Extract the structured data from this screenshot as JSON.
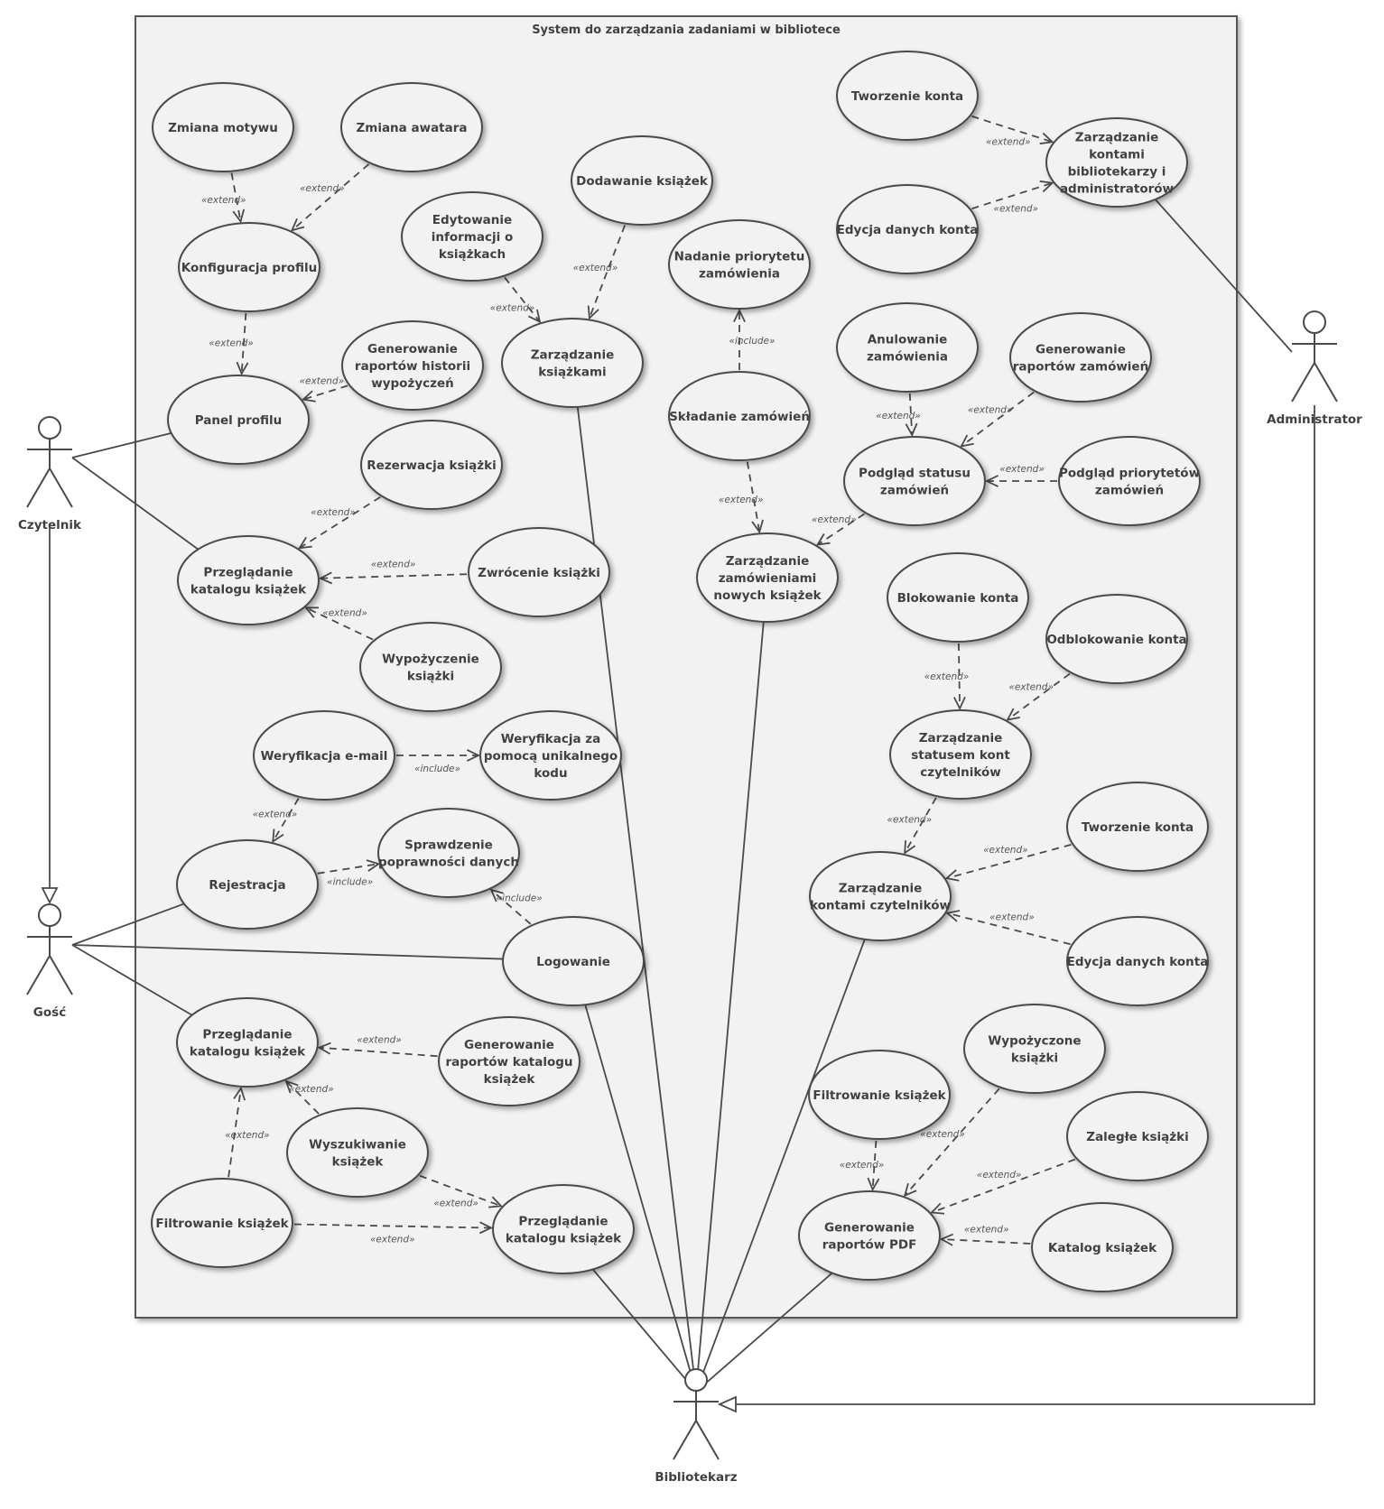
{
  "system": {
    "title": "System do zarządzania zadaniami w bibliotece"
  },
  "actors": [
    {
      "id": "czytelnik",
      "name": "Czytelnik"
    },
    {
      "id": "gosc",
      "name": "Gość"
    },
    {
      "id": "admin",
      "name": "Administrator"
    },
    {
      "id": "bibl",
      "name": "Bibliotekarz"
    }
  ],
  "use_cases": [
    {
      "id": "zmiana_motywu",
      "lines": [
        "Zmiana motywu"
      ]
    },
    {
      "id": "zmiana_awatara",
      "lines": [
        "Zmiana awatara"
      ]
    },
    {
      "id": "konfiguracja",
      "lines": [
        "Konfiguracja profilu"
      ]
    },
    {
      "id": "gen_historia",
      "lines": [
        "Generowanie",
        "raportów historii",
        "wypożyczeń"
      ]
    },
    {
      "id": "panel",
      "lines": [
        "Panel profilu"
      ]
    },
    {
      "id": "rezerwacja",
      "lines": [
        "Rezerwacja książki"
      ]
    },
    {
      "id": "przeg1",
      "lines": [
        "Przeglądanie",
        "katalogu książek"
      ]
    },
    {
      "id": "zwrocenie",
      "lines": [
        "Zwrócenie książki"
      ]
    },
    {
      "id": "wypozyczenie",
      "lines": [
        "Wypożyczenie",
        "książki"
      ]
    },
    {
      "id": "weryf_email",
      "lines": [
        "Weryfikacja e-mail"
      ]
    },
    {
      "id": "weryf_kod",
      "lines": [
        "Weryfikacja za",
        "pomocą unikalnego",
        "kodu"
      ]
    },
    {
      "id": "rejestracja",
      "lines": [
        "Rejestracja"
      ]
    },
    {
      "id": "sprawdzenie",
      "lines": [
        "Sprawdzenie",
        "poprawności danych"
      ]
    },
    {
      "id": "logowanie",
      "lines": [
        "Logowanie"
      ]
    },
    {
      "id": "przeg2",
      "lines": [
        "Przeglądanie",
        "katalogu książek"
      ]
    },
    {
      "id": "gen_katalog",
      "lines": [
        "Generowanie",
        "raportów katalogu",
        "książek"
      ]
    },
    {
      "id": "wyszukiwanie",
      "lines": [
        "Wyszukiwanie",
        "książek"
      ]
    },
    {
      "id": "filtr1",
      "lines": [
        "Filtrowanie książek"
      ]
    },
    {
      "id": "przeg3",
      "lines": [
        "Przeglądanie",
        "katalogu książek"
      ]
    },
    {
      "id": "edyt_info",
      "lines": [
        "Edytowanie",
        "informacji o",
        "książkach"
      ]
    },
    {
      "id": "dodawanie",
      "lines": [
        "Dodawanie książek"
      ]
    },
    {
      "id": "zarz_ksiazkami",
      "lines": [
        "Zarządzanie",
        "książkami"
      ]
    },
    {
      "id": "nadanie",
      "lines": [
        "Nadanie priorytetu",
        "zamówienia"
      ]
    },
    {
      "id": "skladanie",
      "lines": [
        "Składanie zamówień"
      ]
    },
    {
      "id": "zarz_zamow",
      "lines": [
        "Zarządzanie",
        "zamówieniami",
        "nowych książek"
      ]
    },
    {
      "id": "tworzenie1",
      "lines": [
        "Tworzenie konta"
      ]
    },
    {
      "id": "zarz_kontami_bibl",
      "lines": [
        "Zarządzanie",
        "kontami",
        "bibliotekarzy i",
        "administratorów"
      ]
    },
    {
      "id": "edycja1",
      "lines": [
        "Edycja danych konta"
      ]
    },
    {
      "id": "anulowanie",
      "lines": [
        "Anulowanie",
        "zamówienia"
      ]
    },
    {
      "id": "gen_zamow",
      "lines": [
        "Generowanie",
        "raportów zamówień"
      ]
    },
    {
      "id": "podglad_status",
      "lines": [
        "Podgląd statusu",
        "zamówień"
      ]
    },
    {
      "id": "podglad_prior",
      "lines": [
        "Podgląd priorytetów",
        "zamówień"
      ]
    },
    {
      "id": "blokowanie",
      "lines": [
        "Blokowanie konta"
      ]
    },
    {
      "id": "odblokowanie",
      "lines": [
        "Odblokowanie konta"
      ]
    },
    {
      "id": "zarz_status",
      "lines": [
        "Zarządzanie",
        "statusem kont",
        "czytelników"
      ]
    },
    {
      "id": "zarz_czyt",
      "lines": [
        "Zarządzanie",
        "kontami czytelników"
      ]
    },
    {
      "id": "tworzenie2",
      "lines": [
        "Tworzenie konta"
      ]
    },
    {
      "id": "edycja2",
      "lines": [
        "Edycja danych konta"
      ]
    },
    {
      "id": "filtr2",
      "lines": [
        "Filtrowanie książek"
      ]
    },
    {
      "id": "wypozyczone",
      "lines": [
        "Wypożyczone",
        "książki"
      ]
    },
    {
      "id": "zalegle",
      "lines": [
        "Zaległe książki"
      ]
    },
    {
      "id": "gen_pdf",
      "lines": [
        "Generowanie",
        "raportów PDF"
      ]
    },
    {
      "id": "katalog",
      "lines": [
        "Katalog książek"
      ]
    }
  ],
  "relations": [
    {
      "from": "zmiana_motywu",
      "to": "konfiguracja",
      "label": "«extend»"
    },
    {
      "from": "zmiana_awatara",
      "to": "konfiguracja",
      "label": "«extend»"
    },
    {
      "from": "konfiguracja",
      "to": "panel",
      "label": "«extend»"
    },
    {
      "from": "gen_historia",
      "to": "panel",
      "label": "«extend»"
    },
    {
      "from": "rezerwacja",
      "to": "przeg1",
      "label": "«extend»"
    },
    {
      "from": "zwrocenie",
      "to": "przeg1",
      "label": "«extend»"
    },
    {
      "from": "wypozyczenie",
      "to": "przeg1",
      "label": "«extend»"
    },
    {
      "from": "weryf_email",
      "to": "weryf_kod",
      "label": "«include»"
    },
    {
      "from": "weryf_email",
      "to": "rejestracja",
      "label": "«extend»"
    },
    {
      "from": "rejestracja",
      "to": "sprawdzenie",
      "label": "«include»"
    },
    {
      "from": "logowanie",
      "to": "sprawdzenie",
      "label": "«include»"
    },
    {
      "from": "gen_katalog",
      "to": "przeg2",
      "label": "«extend»"
    },
    {
      "from": "wyszukiwanie",
      "to": "przeg2",
      "label": "«extend»"
    },
    {
      "from": "filtr1",
      "to": "przeg2",
      "label": "«extend»"
    },
    {
      "from": "wyszukiwanie",
      "to": "przeg3",
      "label": "«extend»"
    },
    {
      "from": "filtr1",
      "to": "przeg3",
      "label": "«extend»"
    },
    {
      "from": "edyt_info",
      "to": "zarz_ksiazkami",
      "label": "«extend»"
    },
    {
      "from": "dodawanie",
      "to": "zarz_ksiazkami",
      "label": "«extend»"
    },
    {
      "from": "skladanie",
      "to": "nadanie",
      "label": "«include»"
    },
    {
      "from": "skladanie",
      "to": "zarz_zamow",
      "label": "«extend»"
    },
    {
      "from": "podglad_status",
      "to": "zarz_zamow",
      "label": "«extend»"
    },
    {
      "from": "tworzenie1",
      "to": "zarz_kontami_bibl",
      "label": "«extend»"
    },
    {
      "from": "edycja1",
      "to": "zarz_kontami_bibl",
      "label": "«extend»"
    },
    {
      "from": "anulowanie",
      "to": "podglad_status",
      "label": "«extend»"
    },
    {
      "from": "gen_zamow",
      "to": "podglad_status",
      "label": "«extend»"
    },
    {
      "from": "podglad_prior",
      "to": "podglad_status",
      "label": "«extend»"
    },
    {
      "from": "blokowanie",
      "to": "zarz_status",
      "label": "«extend»"
    },
    {
      "from": "odblokowanie",
      "to": "zarz_status",
      "label": "«extend»"
    },
    {
      "from": "zarz_status",
      "to": "zarz_czyt",
      "label": "«extend»"
    },
    {
      "from": "tworzenie2",
      "to": "zarz_czyt",
      "label": "«extend»"
    },
    {
      "from": "edycja2",
      "to": "zarz_czyt",
      "label": "«extend»"
    },
    {
      "from": "filtr2",
      "to": "gen_pdf",
      "label": "«extend»"
    },
    {
      "from": "wypozyczone",
      "to": "gen_pdf",
      "label": "«extend»"
    },
    {
      "from": "zalegle",
      "to": "gen_pdf",
      "label": "«extend»"
    },
    {
      "from": "katalog",
      "to": "gen_pdf",
      "label": "«extend»"
    }
  ],
  "associations": [
    {
      "actor": "czytelnik",
      "use_case": "panel"
    },
    {
      "actor": "czytelnik",
      "use_case": "przeg1"
    },
    {
      "actor": "gosc",
      "use_case": "rejestracja"
    },
    {
      "actor": "gosc",
      "use_case": "logowanie"
    },
    {
      "actor": "gosc",
      "use_case": "przeg2"
    },
    {
      "actor": "bibl",
      "use_case": "zarz_ksiazkami"
    },
    {
      "actor": "bibl",
      "use_case": "zarz_zamow"
    },
    {
      "actor": "bibl",
      "use_case": "logowanie"
    },
    {
      "actor": "bibl",
      "use_case": "przeg3"
    },
    {
      "actor": "bibl",
      "use_case": "zarz_czyt"
    },
    {
      "actor": "bibl",
      "use_case": "gen_pdf"
    },
    {
      "actor": "admin",
      "use_case": "zarz_kontami_bibl"
    }
  ],
  "generalizations": [
    {
      "child": "czytelnik",
      "parent": "gosc"
    },
    {
      "child": "admin",
      "parent": "bibl"
    }
  ]
}
